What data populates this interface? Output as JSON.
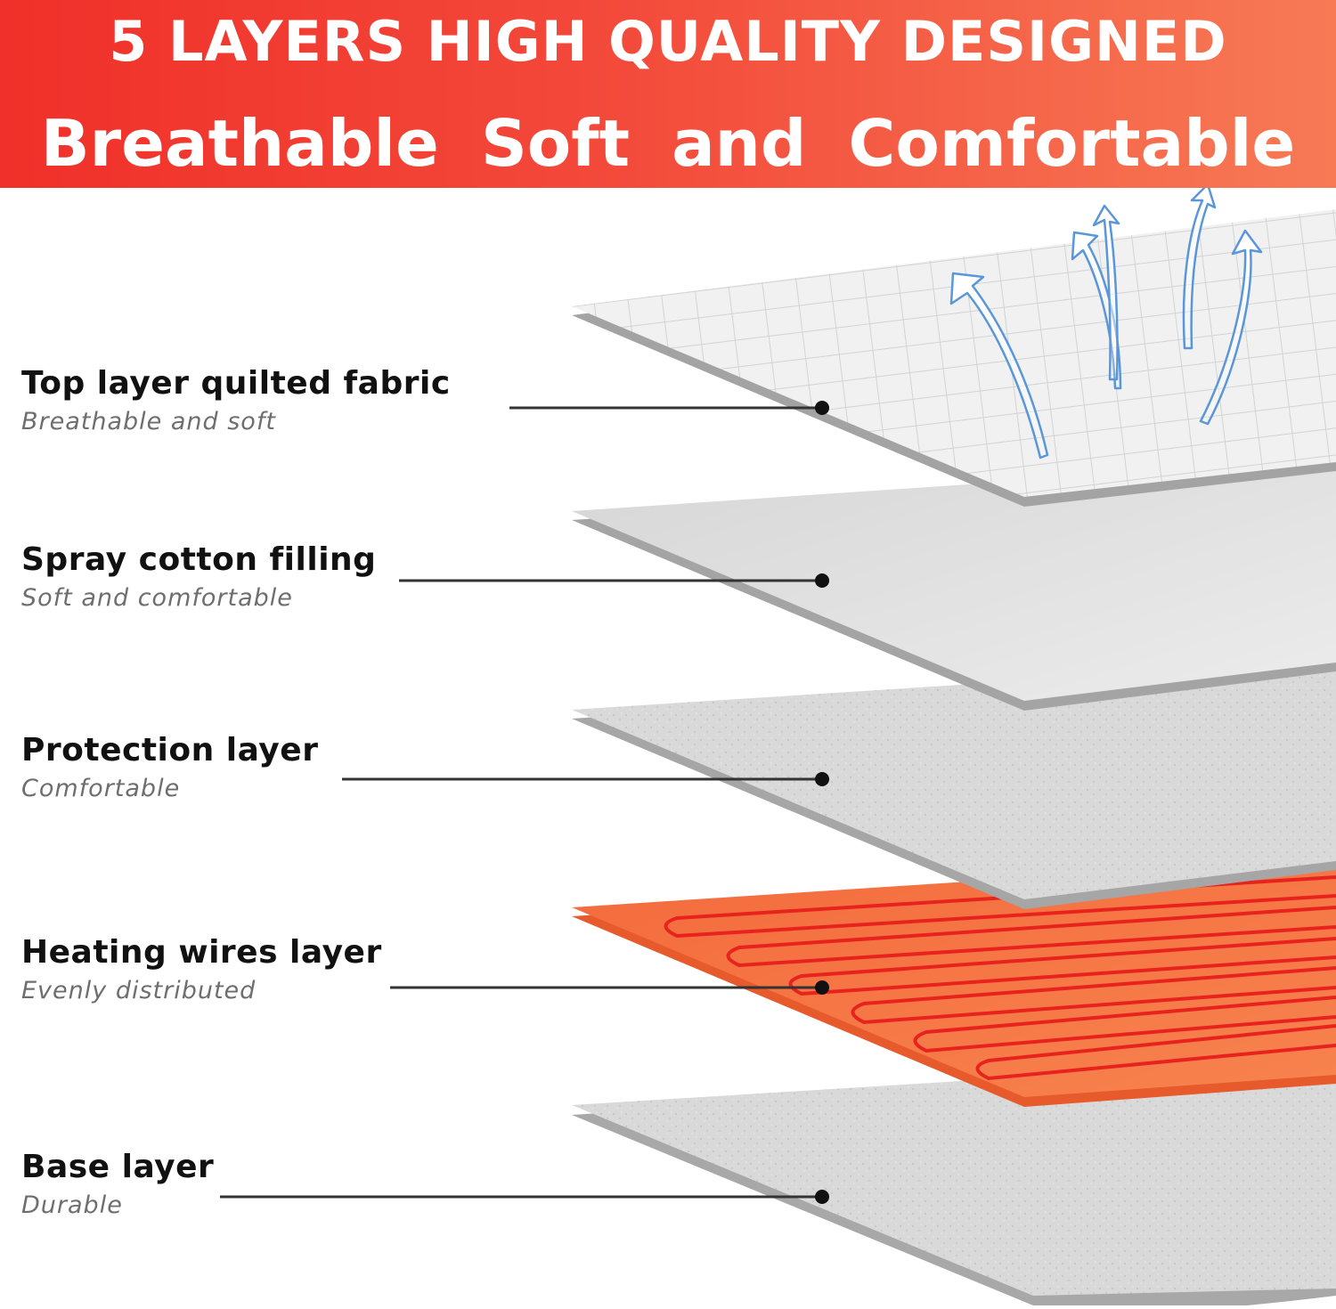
{
  "header": {
    "title": "5 LAYERS HIGH QUALITY DESIGNED",
    "subtitle": "Breathable  Soft  and  Comfortable"
  },
  "layers": [
    {
      "title": "Top layer quilted fabric",
      "subtitle": "Breathable and soft",
      "material": "quilted-fabric"
    },
    {
      "title": "Spray cotton filling",
      "subtitle": "Soft and comfortable",
      "material": "cotton-filling"
    },
    {
      "title": "Protection layer",
      "subtitle": "Comfortable",
      "material": "textured-sheet"
    },
    {
      "title": "Heating wires layer",
      "subtitle": "Evenly distributed",
      "material": "heating-wires"
    },
    {
      "title": "Base layer",
      "subtitle": "Durable",
      "material": "textured-sheet"
    }
  ],
  "colors": {
    "banner_start": "#f0302a",
    "banner_end": "#f77a55",
    "heating_layer": "#f56b3d",
    "heating_wire": "#e8231e",
    "sheet_light": "#e8e8e8",
    "sheet_edge": "#a9a9a9",
    "leader_line": "#333333",
    "airflow": "#4f8fd6"
  },
  "icons": [
    "airflow-arrows-icon"
  ]
}
